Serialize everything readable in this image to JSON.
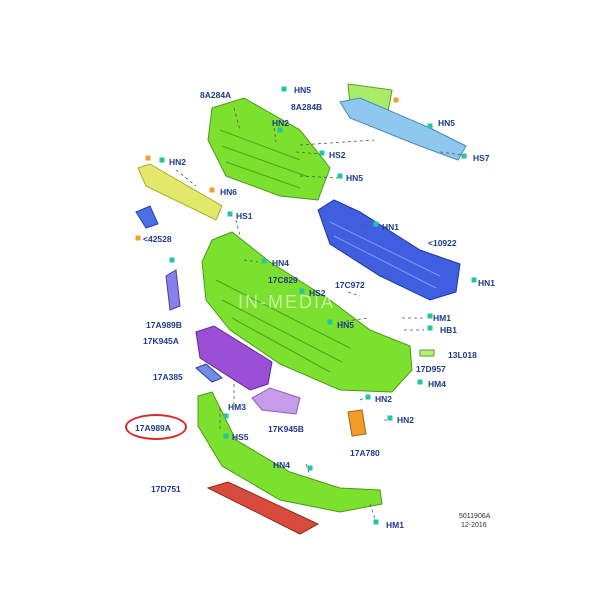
{
  "labels": {
    "hn5_top": "HN5",
    "8a284a": "8A284A",
    "8a284b": "8A284B",
    "hn2_top": "HN2",
    "hn5_right": "HN5",
    "hn2_left": "HN2",
    "hs2_upper": "HS2",
    "hs7": "HS7",
    "hn5_mid": "HN5",
    "hn6": "HN6",
    "hs1": "HS1",
    "hn1_upper": "HN1",
    "42528": "<42528",
    "10922": "<10922",
    "hn4_upper": "HN4",
    "17c829": "17C829",
    "17c972": "17C972",
    "hn1_right": "HN1",
    "hs2_lower": "HS2",
    "hm1_upper": "HM1",
    "hn5_lower": "HN5",
    "hb1": "HB1",
    "17a989b": "17A989B",
    "17k945a": "17K945A",
    "13l018": "13L018",
    "17d957": "17D957",
    "17a385": "17A385",
    "hm4": "HM4",
    "hn2_lower": "HN2",
    "hm3": "HM3",
    "hn2_right": "HN2",
    "17a989a": "17A989A",
    "hs5": "HS5",
    "17k945b": "17K945B",
    "17a780": "17A780",
    "hn4_lower": "HN4",
    "17d751": "17D751",
    "hm1_lower": "HM1"
  },
  "watermark": "IN-MEDIA",
  "footer": {
    "code": "5011906A",
    "date": "12-2016"
  },
  "colors": {
    "bumper_green": "#7be02e",
    "label_blue": "#1f3a8a",
    "highlight_red": "#d32f2f",
    "reinforcement_blue": "#3f5fe0",
    "absorber_light_blue": "#8ec8ee",
    "grille_yellow": "#e4e86a",
    "bracket_purple": "#9b4fd6",
    "lower_deflector_red": "#d84a3a",
    "fog_lamp_orange": "#f39c2a",
    "fastener_teal": "#22c7a0"
  }
}
